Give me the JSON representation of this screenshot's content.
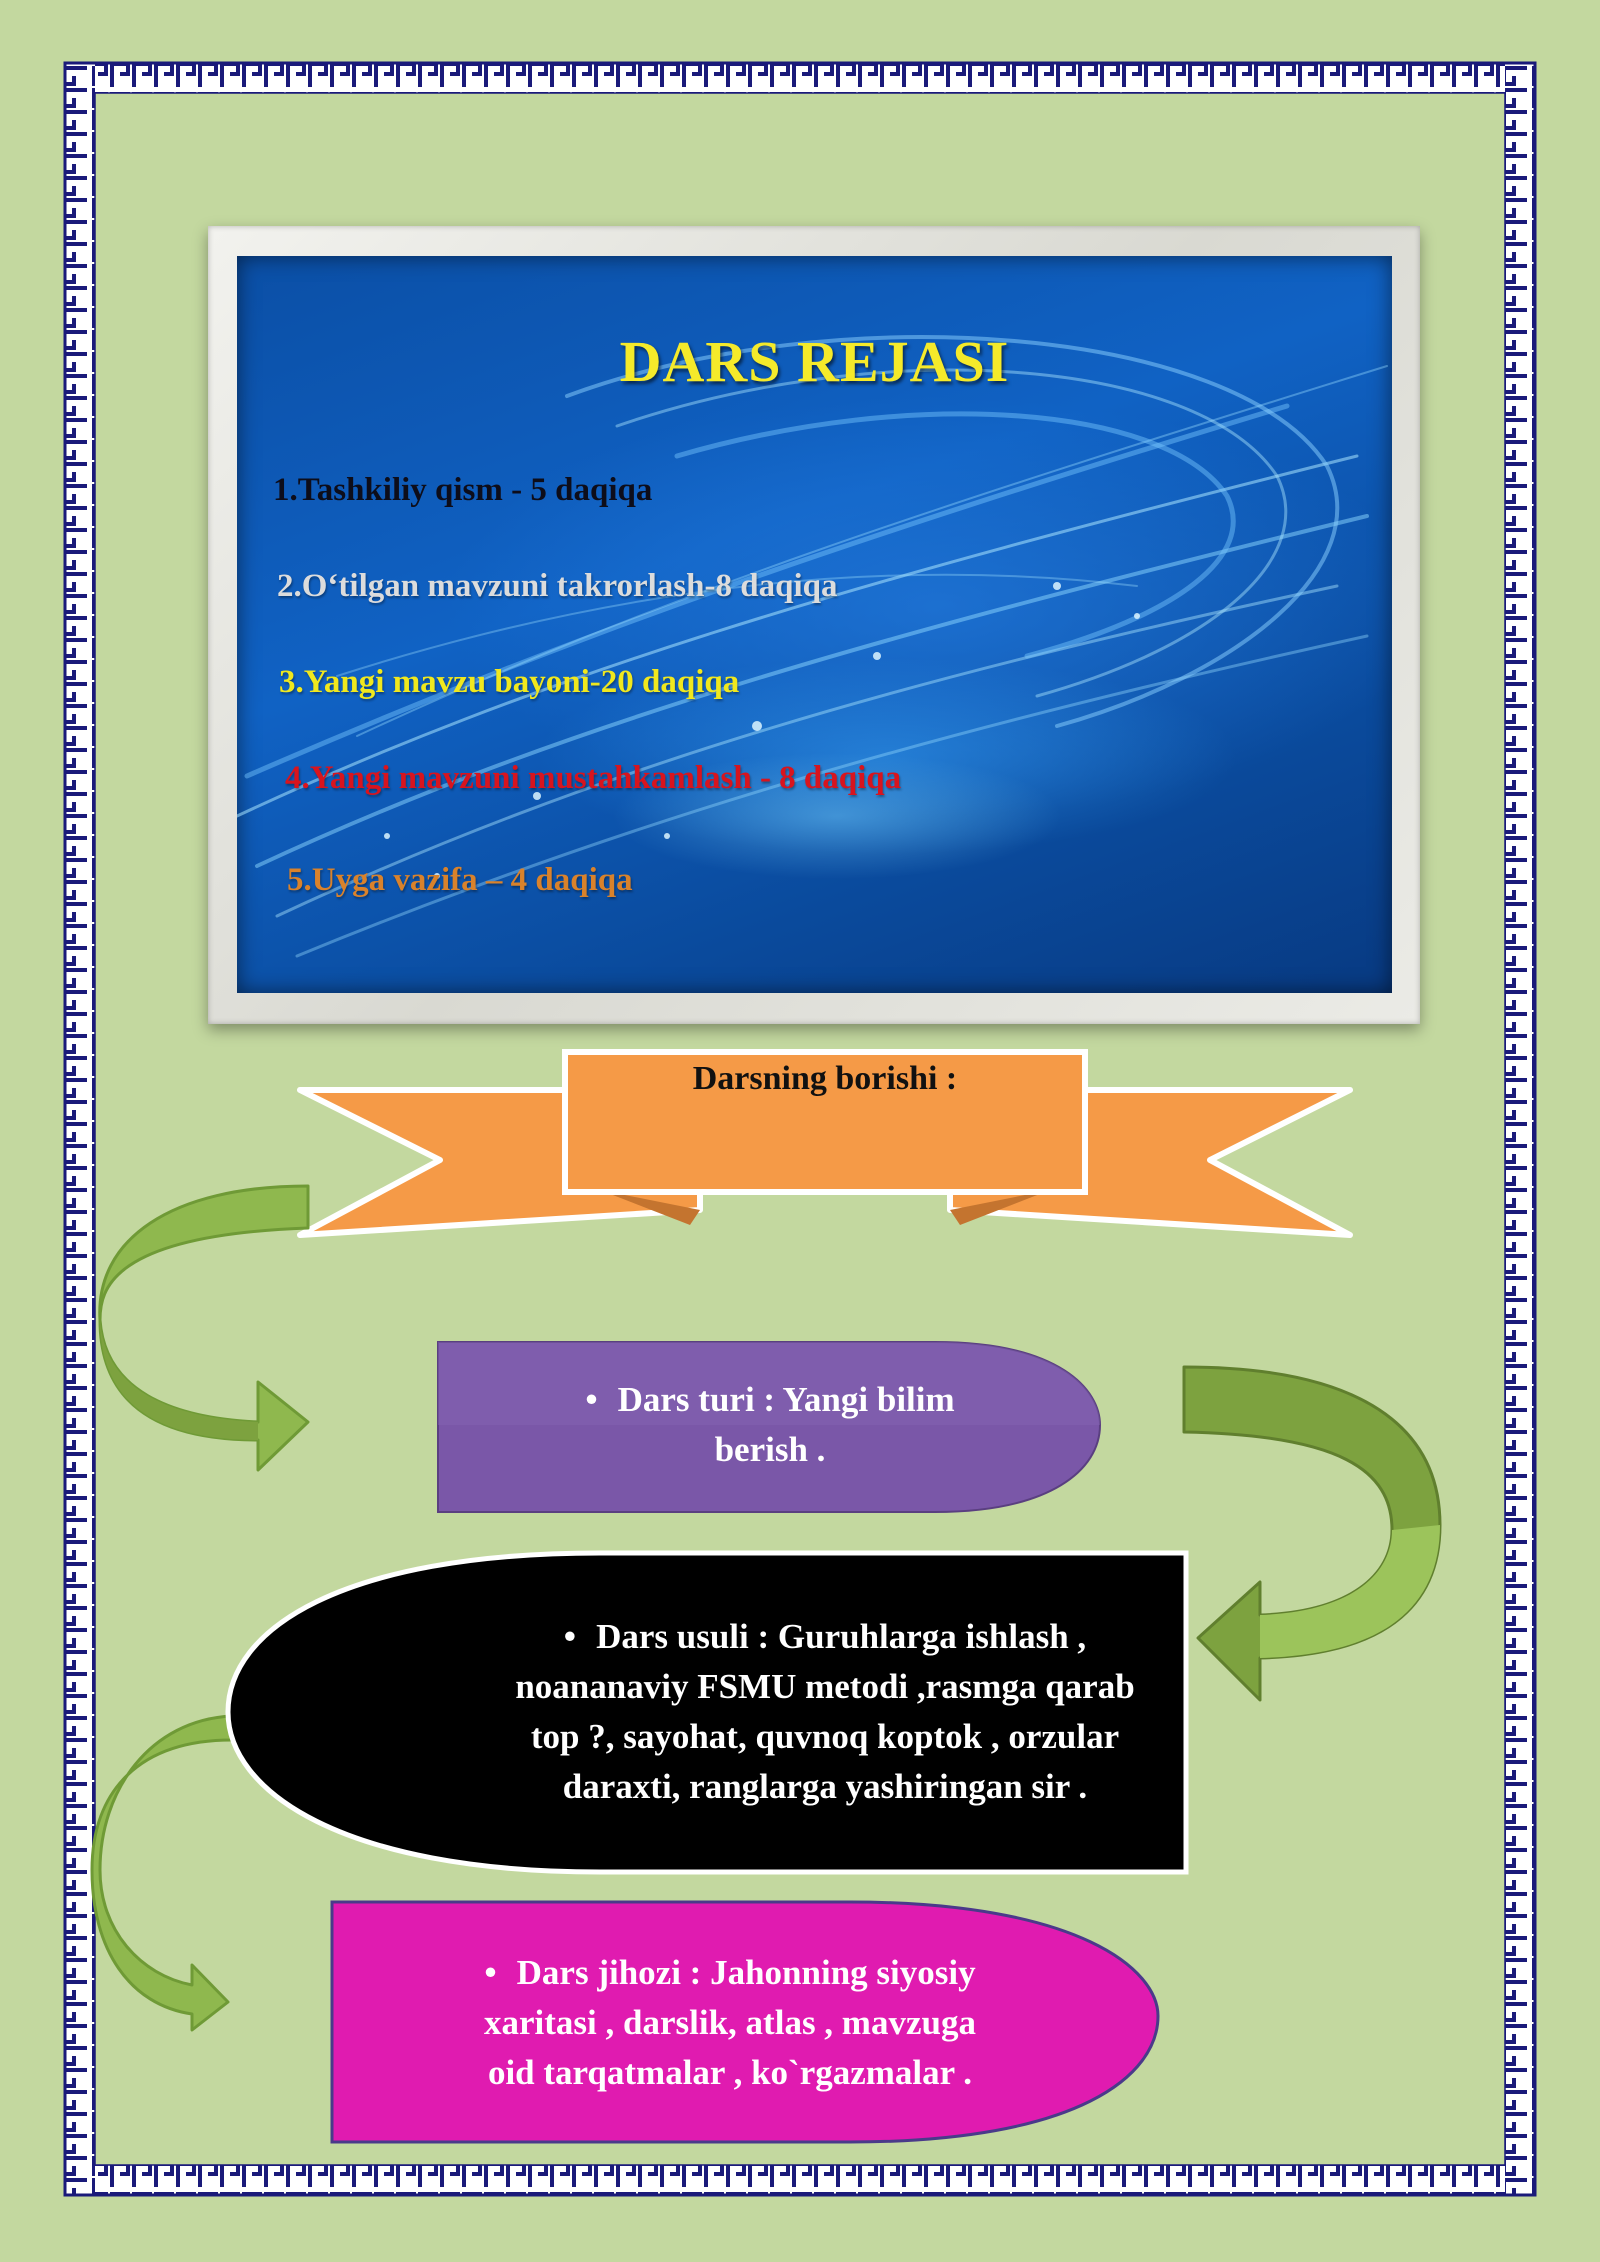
{
  "lesson_plan": {
    "title": "DARS REJASI",
    "items": [
      {
        "text": "1.Tashkiliy qism - 5 daqiqa",
        "color": "#0d0d1a"
      },
      {
        "text": "2.O‘tilgan mavzuni takrorlash-8 daqiqa",
        "color": "#dcdcdc"
      },
      {
        "text": "3.Yangi mavzu bayoni-20 daqiqa",
        "color": "#f0e81e"
      },
      {
        "text": "4.Yangi mavzuni mustahkamlash - 8 daqiqa",
        "color": "#d8141e"
      },
      {
        "text": "5.Uyga vazifa – 4 daqiqa",
        "color": "#d9822b"
      }
    ]
  },
  "banner": {
    "label": "Darsning borishi :",
    "color": "#f59a47"
  },
  "blocks": {
    "type": {
      "bullet": "•",
      "line1": "Dars turi : Yangi bilim",
      "line2": "berish .",
      "color": "#7a57a8"
    },
    "method": {
      "bullet": "•",
      "line1": "Dars usuli : Guruhlarga ishlash ,",
      "line2": "noananaviy FSMU metodi  ,rasmga qarab",
      "line3": "top ?, sayohat, quvnoq koptok , orzular",
      "line4": "daraxti, ranglarga yashiringan sir .",
      "color": "#000000"
    },
    "equipment": {
      "bullet": "•",
      "line1": "Dars jihozi : Jahonning siyosiy",
      "line2": "xaritasi , darslik, atlas , mavzuga",
      "line3": "oid tarqatmalar  , ko`rgazmalar .",
      "color": "#e01bb0"
    }
  },
  "colors": {
    "background": "#c3d89f",
    "border": "#1a1a7a",
    "arrow": "#8fb84e"
  }
}
